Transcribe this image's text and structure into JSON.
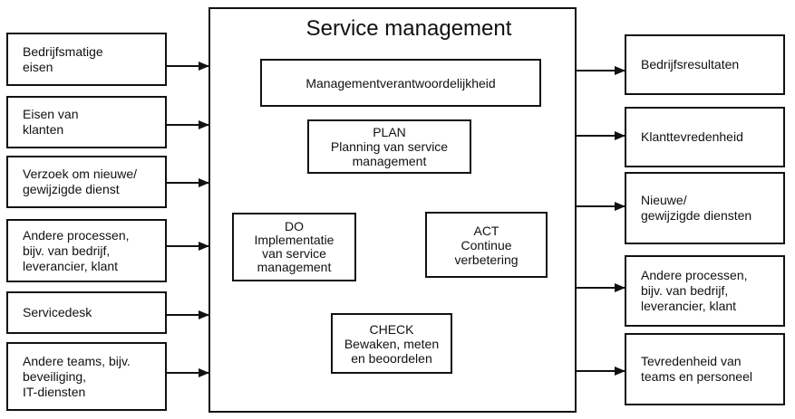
{
  "title": "Service management",
  "management_box": "Managementverantwoordelijkheid",
  "cycle": {
    "plan": "PLAN\nPlanning van service\nmanagement",
    "do": "DO\nImplementatie\nvan service\nmanagement",
    "check": "CHECK\nBewaken, meten\nen beoordelen",
    "act": "ACT\nContinue\nverbetering"
  },
  "inputs": [
    "Bedrijfsmatige\neisen",
    "Eisen van\nklanten",
    "Verzoek om nieuwe/\ngewijzigde dienst",
    "Andere processen,\nbijv. van bedrijf,\nleverancier, klant",
    "Servicedesk",
    "Andere teams, bijv.\nbeveiliging,\nIT-diensten"
  ],
  "outputs": [
    "Bedrijfsresultaten",
    "Klanttevredenheid",
    "Nieuwe/\ngewijzigde diensten",
    "Andere processen,\nbijv. van bedrijf,\nleverancier, klant",
    "Tevredenheid van\nteams en personeel"
  ]
}
